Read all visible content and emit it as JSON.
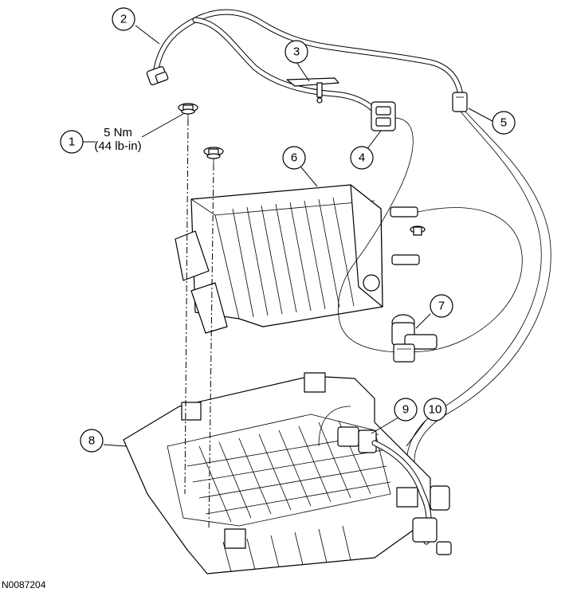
{
  "callouts": [
    {
      "id": "1",
      "label": "1"
    },
    {
      "id": "2",
      "label": "2"
    },
    {
      "id": "3",
      "label": "3"
    },
    {
      "id": "4",
      "label": "4"
    },
    {
      "id": "5",
      "label": "5"
    },
    {
      "id": "6",
      "label": "6"
    },
    {
      "id": "7",
      "label": "7"
    },
    {
      "id": "8",
      "label": "8"
    },
    {
      "id": "9",
      "label": "9"
    },
    {
      "id": "10",
      "label": "10"
    }
  ],
  "torque_spec": {
    "line1": "5 Nm",
    "line2": "(44 lb-in)"
  },
  "document_id": "N0087204"
}
